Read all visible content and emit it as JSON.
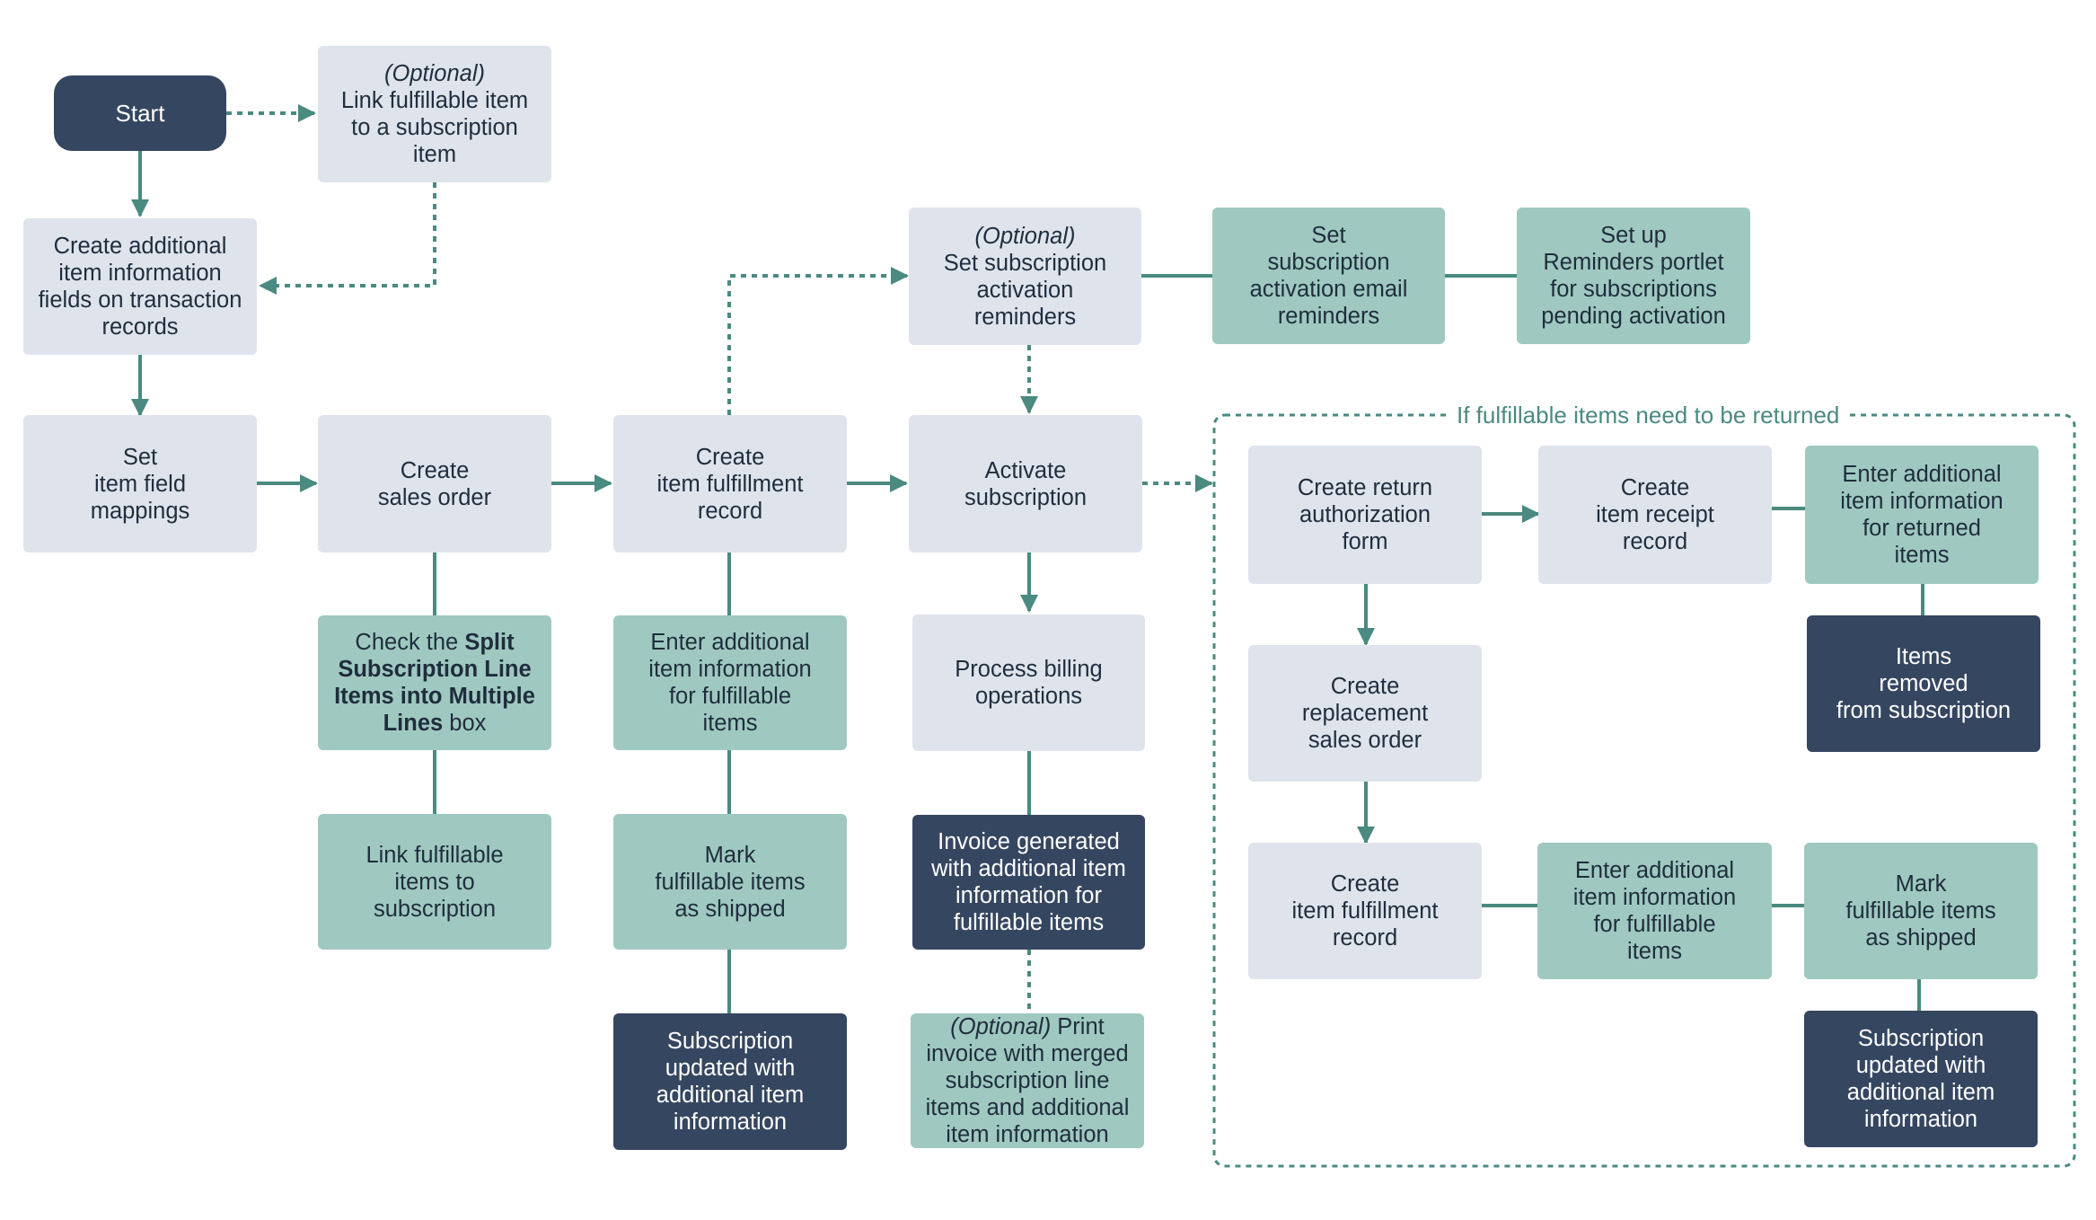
{
  "colors": {
    "light_box": "#dfe4ec",
    "teal_box": "#9fc9c0",
    "dark_box": "#354660",
    "connector": "#4a8a80",
    "text_dark": "#1f2d3d",
    "text_light": "#ffffff"
  },
  "group": {
    "label": "If fulfillable items need to be returned"
  },
  "nodes": {
    "start": {
      "lines": [
        "Start"
      ]
    },
    "optional_link": {
      "optional": "(Optional)",
      "lines": [
        "Link fulfillable item",
        "to a subscription",
        "item"
      ]
    },
    "create_fields": {
      "lines": [
        "Create additional",
        "item information",
        "fields on transaction",
        "records"
      ]
    },
    "set_mappings": {
      "lines": [
        "Set",
        "item field",
        "mappings"
      ]
    },
    "create_sales_order": {
      "lines": [
        "Create",
        "sales order"
      ]
    },
    "check_split": {
      "pre": "Check the ",
      "bold": "Split Subscription Line Items into Multiple Lines",
      "post": " box"
    },
    "link_fulfillable": {
      "lines": [
        "Link fulfillable",
        "items to",
        "subscription"
      ]
    },
    "create_fulfillment": {
      "lines": [
        "Create",
        "item fulfillment",
        "record"
      ]
    },
    "enter_info_fulfillable": {
      "lines": [
        "Enter additional",
        "item information",
        "for fulfillable",
        "items"
      ]
    },
    "mark_shipped": {
      "lines": [
        "Mark",
        "fulfillable items",
        "as shipped"
      ]
    },
    "sub_updated_1": {
      "lines": [
        "Subscription",
        "updated with",
        "additional item",
        "information"
      ]
    },
    "optional_reminders": {
      "optional": "(Optional)",
      "lines": [
        "Set subscription",
        "activation",
        "reminders"
      ]
    },
    "set_email_reminders": {
      "lines": [
        "Set",
        "subscription",
        "activation email",
        "reminders"
      ]
    },
    "reminders_portlet": {
      "lines": [
        "Set up",
        "Reminders portlet",
        "for subscriptions",
        "pending activation"
      ]
    },
    "activate_sub": {
      "lines": [
        "Activate",
        "subscription"
      ]
    },
    "process_billing": {
      "lines": [
        "Process billing",
        "operations"
      ]
    },
    "invoice_generated": {
      "lines": [
        "Invoice generated",
        "with additional item",
        "information for",
        "fulfillable items"
      ]
    },
    "print_invoice": {
      "optional": "(Optional)",
      "first_rest": " Print",
      "lines": [
        "invoice with merged",
        "subscription line",
        "items and additional",
        "item information"
      ]
    },
    "create_rma": {
      "lines": [
        "Create return",
        "authorization",
        "form"
      ]
    },
    "create_receipt": {
      "lines": [
        "Create",
        "item receipt",
        "record"
      ]
    },
    "enter_info_returned": {
      "lines": [
        "Enter additional",
        "item information",
        "for returned",
        "items"
      ]
    },
    "items_removed": {
      "lines": [
        "Items",
        "removed",
        "from subscription"
      ]
    },
    "replacement_so": {
      "lines": [
        "Create",
        "replacement",
        "sales order"
      ]
    },
    "create_fulfillment_2": {
      "lines": [
        "Create",
        "item fulfillment",
        "record"
      ]
    },
    "enter_info_fulfillable_2": {
      "lines": [
        "Enter additional",
        "item information",
        "for fulfillable",
        "items"
      ]
    },
    "mark_shipped_2": {
      "lines": [
        "Mark",
        "fulfillable items",
        "as shipped"
      ]
    },
    "sub_updated_2": {
      "lines": [
        "Subscription",
        "updated with",
        "additional item",
        "information"
      ]
    }
  }
}
